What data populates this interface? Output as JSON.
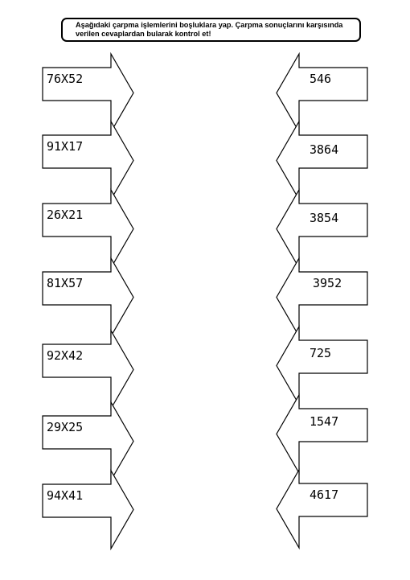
{
  "instruction": "Aşağıdaki çarpma işlemlerini boşluklara yap. Çarpma sonuçlarını karşısında verilen cevaplardan bularak kontrol et!",
  "problems": [
    "76X52",
    "91X17",
    "26X21",
    "81X57",
    "92X42",
    "29X25",
    "94X41"
  ],
  "answers": [
    "546",
    "3864",
    "3854",
    "3952",
    "725",
    "1547",
    "4617"
  ]
}
